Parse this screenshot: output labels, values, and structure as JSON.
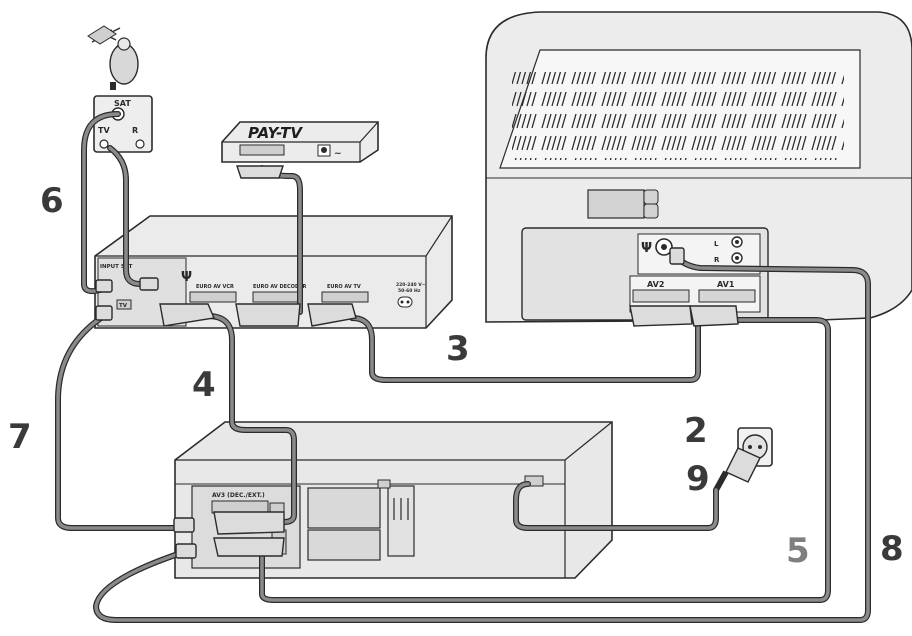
{
  "labels": {
    "pay_tv": "PAY-TV",
    "sat": "SAT",
    "tv_port": "TV",
    "r_port": "R",
    "input_sat": "INPUT SAT",
    "tv_small": "TV",
    "euro_av_vcr": "EURO AV VCR",
    "euro_av_decoder": "EURO AV DECODER",
    "euro_av_tv": "EURO AV TV",
    "power_rating": "220-240 V~",
    "power_freq": "50-60 Hz",
    "av2": "AV2",
    "av1": "AV1",
    "tv_l": "L",
    "tv_r": "R",
    "av3": "AV3 (DEC./EXT.)",
    "antenna_symbol": "Ψ"
  },
  "callouts": {
    "n2": "2",
    "n3": "3",
    "n4": "4",
    "n5": "5",
    "n6": "6",
    "n7": "7",
    "n8": "8",
    "n9": "9"
  },
  "colors": {
    "outline": "#2b2b2b",
    "device_fill": "#e9e9e9",
    "device_light": "#f4f4f4",
    "device_dark": "#cfcfcf",
    "cable": "#8a8a8a",
    "callout_main": "#3a3a3a",
    "callout_gray": "#7f7f7f"
  },
  "icons": [
    "satellite-dish-icon",
    "antenna-icon",
    "power-socket-icon",
    "power-plug-icon",
    "scart-connector-icon",
    "coax-plug-icon"
  ]
}
